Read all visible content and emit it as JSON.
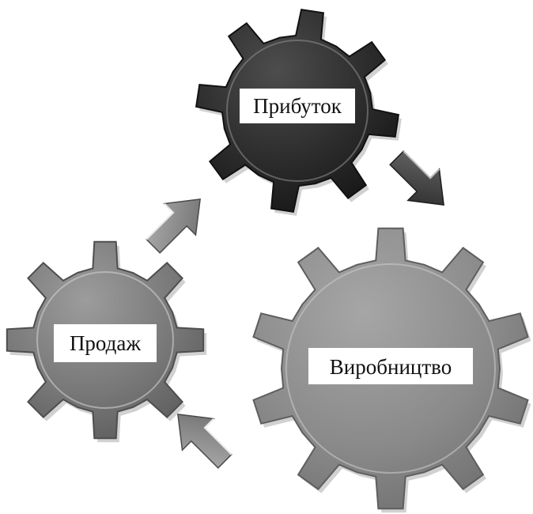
{
  "diagram": {
    "gears": [
      {
        "id": "profit",
        "label": "Прибуток",
        "tone": "dark"
      },
      {
        "id": "sales",
        "label": "Продаж",
        "tone": "medium"
      },
      {
        "id": "production",
        "label": "Виробництво",
        "tone": "light"
      }
    ],
    "arrows": [
      {
        "from": "sales",
        "to": "profit"
      },
      {
        "from": "profit",
        "to": "production"
      },
      {
        "from": "production",
        "to": "sales"
      }
    ],
    "colors": {
      "background": "#ffffff",
      "gear_dark": "#2e2e2e",
      "gear_medium": "#7a7a7a",
      "gear_light": "#8c8c8c",
      "arrow_dark": "#3a3a3a",
      "arrow_medium": "#7e7e7e",
      "label_box": "#ffffff",
      "label_text": "#111111"
    }
  }
}
